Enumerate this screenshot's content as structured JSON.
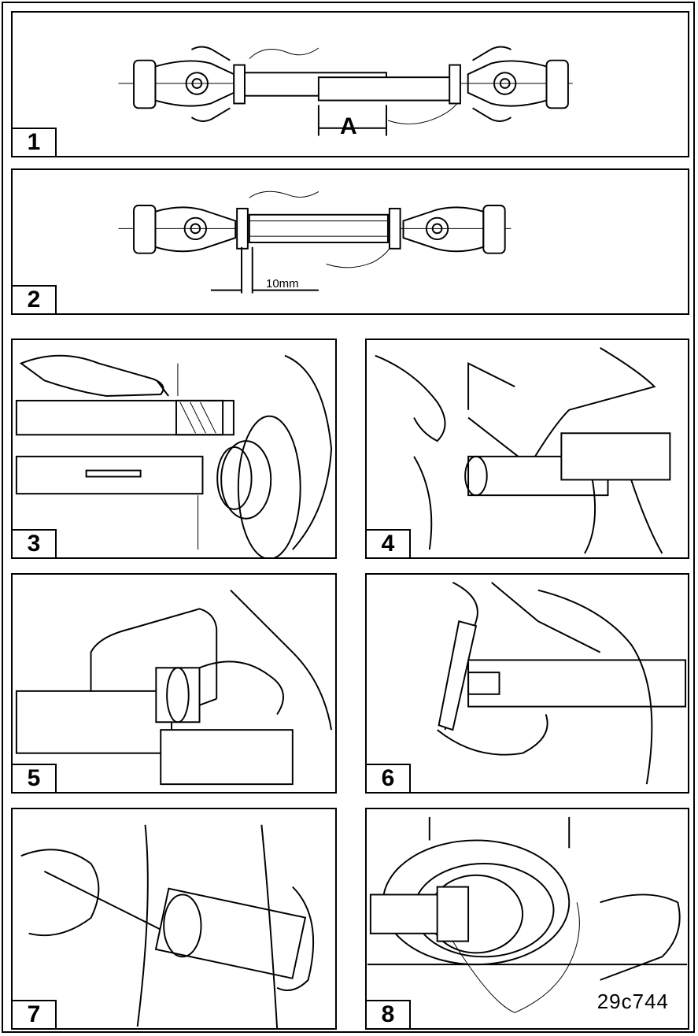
{
  "document": {
    "code": "29c744"
  },
  "panels": [
    {
      "number": "1",
      "dimension_label": "A"
    },
    {
      "number": "2",
      "dimension_label": "10mm"
    },
    {
      "number": "3"
    },
    {
      "number": "4"
    },
    {
      "number": "5"
    },
    {
      "number": "6"
    },
    {
      "number": "7"
    },
    {
      "number": "8"
    }
  ]
}
